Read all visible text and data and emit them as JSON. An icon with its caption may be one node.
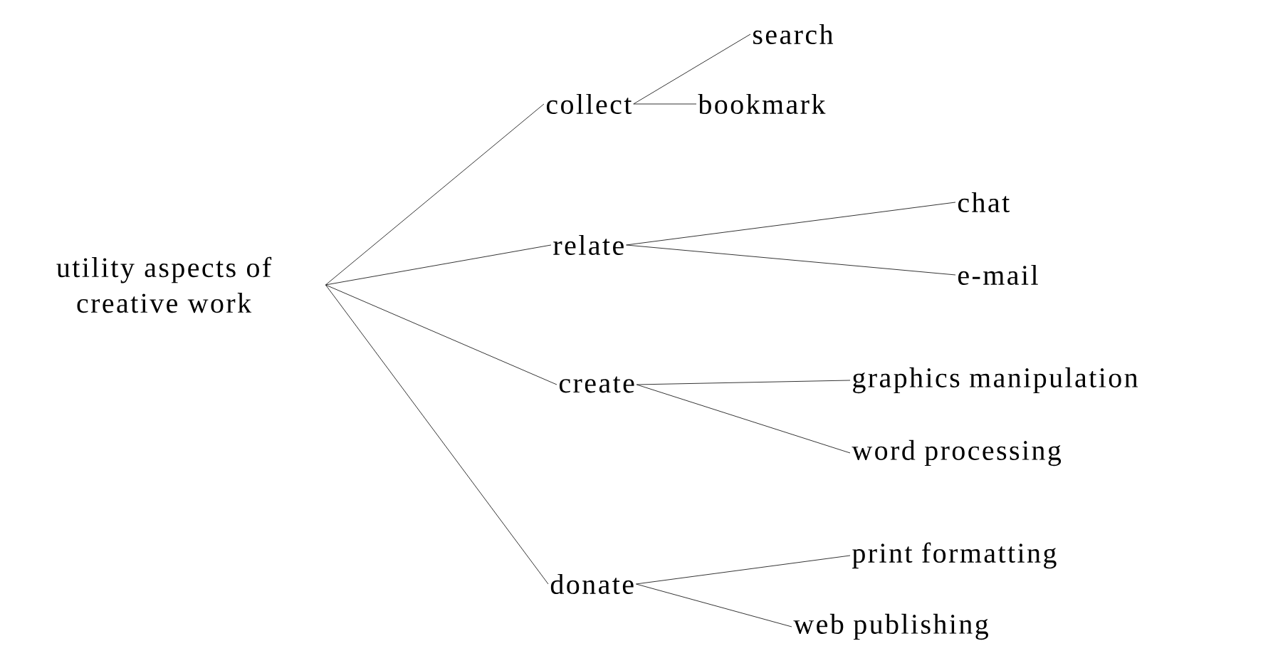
{
  "diagram": {
    "nodes": [
      {
        "text": [
          "utility aspects of creative work"
        ]
      },
      {
        "text": [
          "collect"
        ]
      },
      {
        "text": [
          "relate"
        ]
      },
      {
        "text": [
          "create"
        ]
      },
      {
        "text": [
          "donate"
        ]
      },
      {
        "text": [
          "search"
        ]
      },
      {
        "text": [
          "bookmark"
        ]
      },
      {
        "text": [
          "chat"
        ]
      },
      {
        "text": [
          "e-mail"
        ]
      },
      {
        "text": [
          "graphics manipulation"
        ]
      },
      {
        "text": [
          "word processing"
        ]
      },
      {
        "text": [
          "print formatting"
        ]
      },
      {
        "text": [
          "web publishing"
        ]
      }
    ],
    "edges": [
      {
        "from": 0,
        "to": 1,
        "arrow": "none"
      },
      {
        "from": 0,
        "to": 2,
        "arrow": "none"
      },
      {
        "from": 0,
        "to": 3,
        "arrow": "none"
      },
      {
        "from": 0,
        "to": 4,
        "arrow": "none"
      },
      {
        "from": 1,
        "to": 5,
        "arrow": "none"
      },
      {
        "from": 1,
        "to": 6,
        "arrow": "none"
      },
      {
        "from": 2,
        "to": 7,
        "arrow": "none"
      },
      {
        "from": 2,
        "to": 8,
        "arrow": "none"
      },
      {
        "from": 3,
        "to": 9,
        "arrow": "none"
      },
      {
        "from": 3,
        "to": 10,
        "arrow": "none"
      },
      {
        "from": 4,
        "to": 11,
        "arrow": "none"
      },
      {
        "from": 4,
        "to": 12,
        "arrow": "none"
      }
    ]
  }
}
